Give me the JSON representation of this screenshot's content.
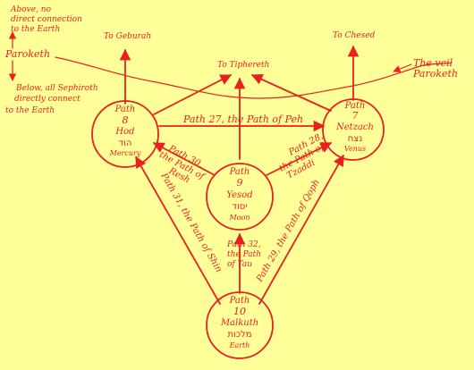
{
  "colors": {
    "background": "#FFFF99",
    "ink": "#E8201E"
  },
  "notes": {
    "above_line1": "Above, no",
    "above_line2": "direct connection",
    "above_line3": "to the Earth",
    "paroketh_left": "Paroketh",
    "below_line1": "Below, all Sephiroth",
    "below_line2": "directly connect",
    "below_line3": "to the Earth",
    "veil_line1": "The veil",
    "veil_line2": "Paroketh"
  },
  "targets": {
    "geburah": "To Geburah",
    "tiphereth": "To Tiphereth",
    "chesed": "To Chesed"
  },
  "nodes": {
    "hod": {
      "path": "Path",
      "number": "8",
      "name": "Hod",
      "hebrew": "הוד",
      "planet": "Mercury"
    },
    "netzach": {
      "path": "Path",
      "number": "7",
      "name": "Netzach",
      "hebrew": "נצח",
      "planet": "Venus"
    },
    "yesod": {
      "path": "Path",
      "number": "9",
      "name": "Yesod",
      "hebrew": "יסוד",
      "planet": "Moon"
    },
    "malkuth": {
      "path": "Path",
      "number": "10",
      "name": "Malkuth",
      "hebrew": "מלכות",
      "planet": "Earth"
    }
  },
  "paths": {
    "p27": "Path 27, the Path of Peh",
    "p30_line1": "Path 30,",
    "p30_line2": "the Path of",
    "p30_line3": "Resh",
    "p28_line1": "Path 28,",
    "p28_line2": "the Path of",
    "p28_line3": "Tzaddi",
    "p31": "Path 31, the Path of Shin",
    "p29": "Path 29, the Path of Qoph",
    "p32_line1": "Path 32,",
    "p32_line2": "the Path",
    "p32_line3": "of Tau"
  }
}
